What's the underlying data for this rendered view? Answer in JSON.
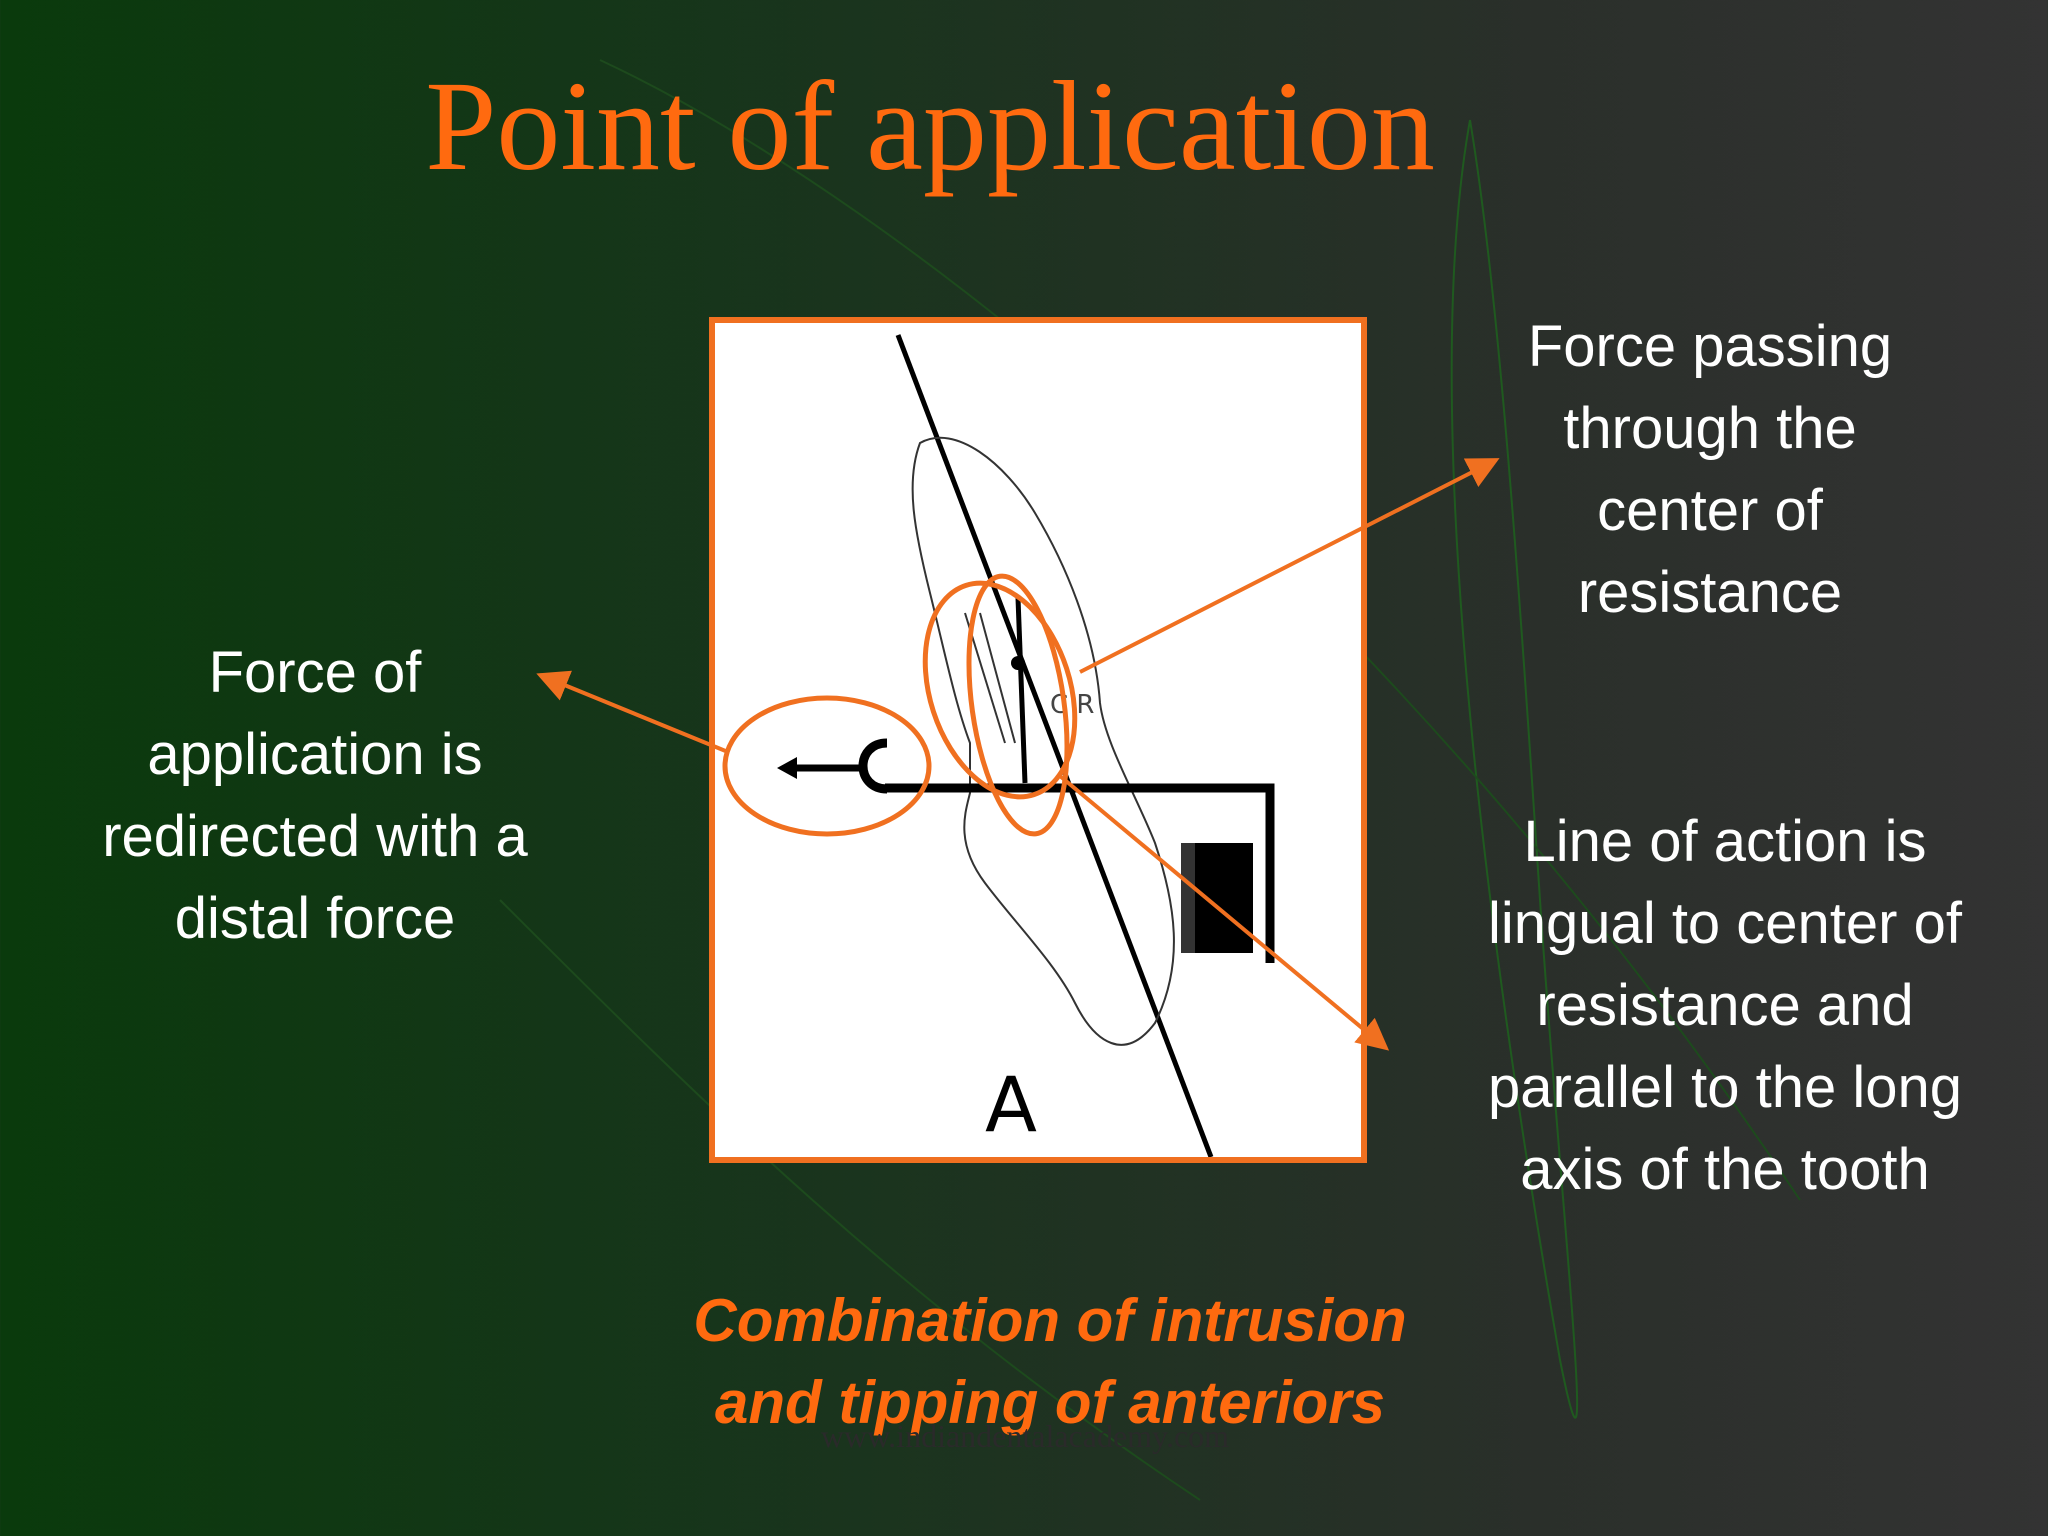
{
  "slide": {
    "title": "Point of application",
    "left_label": [
      "Force of",
      "application is",
      "redirected with a",
      "distal force"
    ],
    "right_top_label": [
      "Force passing",
      "through the",
      "center of",
      "resistance"
    ],
    "right_bottom_label": [
      "Line of action is",
      "lingual to center of",
      "resistance and",
      "parallel to the long",
      "axis of the tooth"
    ],
    "caption": [
      "Combination of intrusion",
      "and tipping of anteriors"
    ],
    "watermark": "www.indiandentalacademy.com"
  },
  "figure": {
    "panel_label": "A",
    "accent_color": "#f07020",
    "line_color": "#000000"
  },
  "colors": {
    "title": "#ff6a0f",
    "text": "#ffffff",
    "background_left": "#0a3a0c",
    "background_right": "#333333"
  }
}
